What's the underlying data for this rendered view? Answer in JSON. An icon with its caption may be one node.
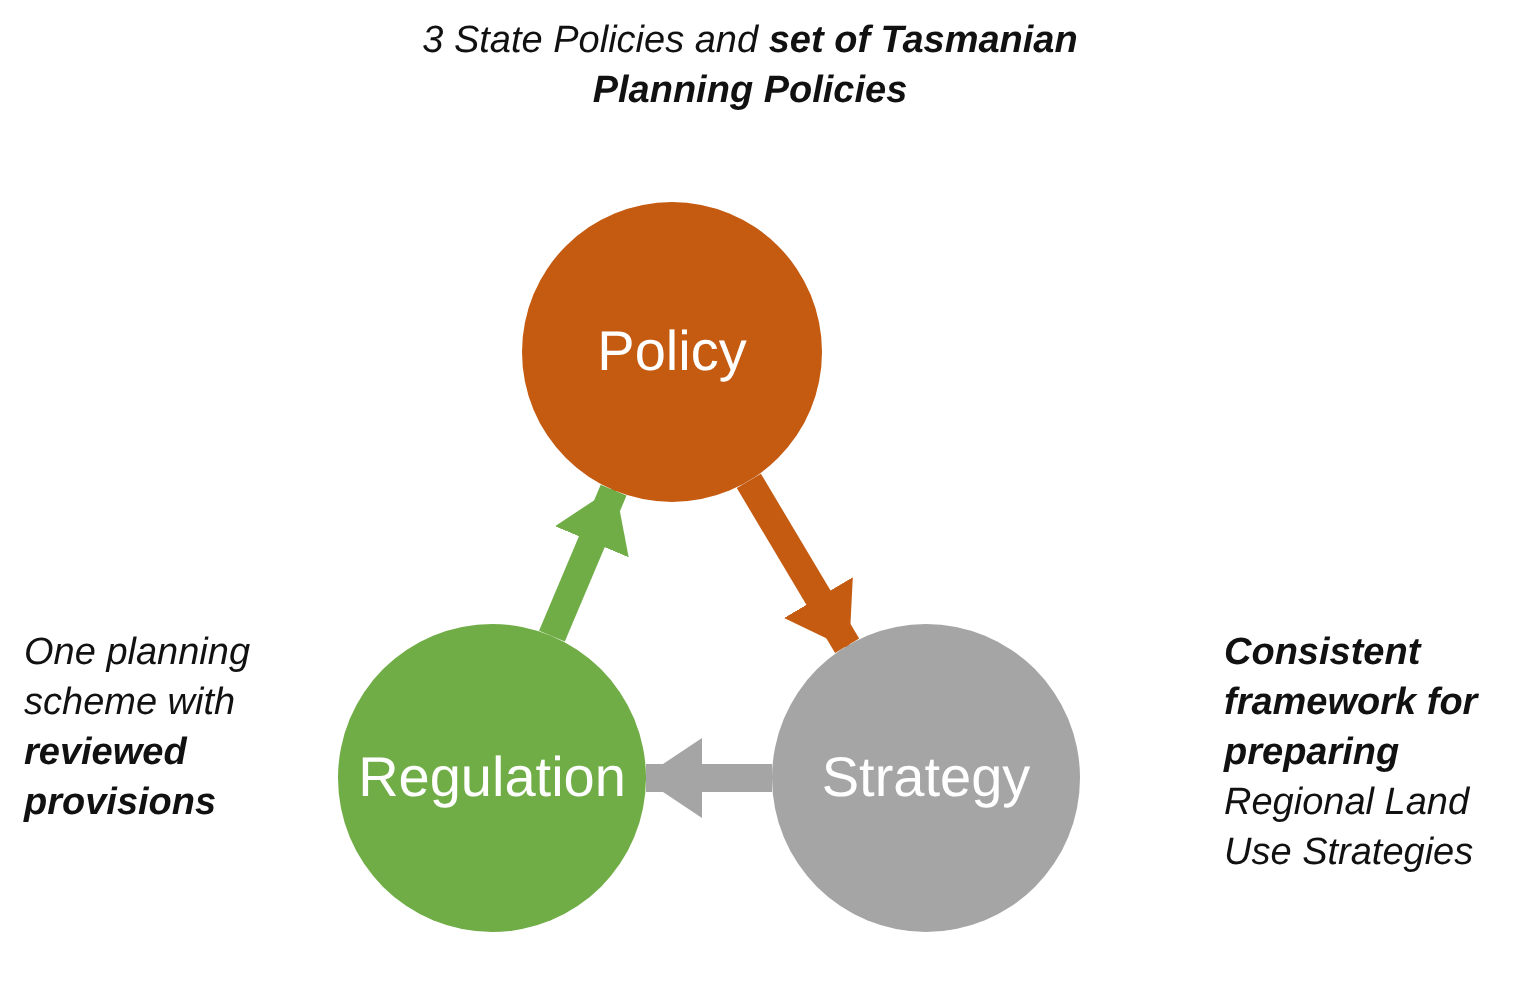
{
  "diagram": {
    "nodes": [
      {
        "text": [
          "Policy"
        ],
        "beside": [
          "3 State Policies and **set of Tasmanian Planning Policies**"
        ]
      },
      {
        "text": [
          "Strategy"
        ],
        "beside": [
          "**Consistent framework for preparing** Regional Land Use Strategies"
        ]
      },
      {
        "text": [
          "Regulation"
        ],
        "beside": [
          "One planning scheme with **reviewed provisions**"
        ]
      }
    ],
    "edges": [
      {
        "from": 0,
        "to": 1,
        "arrow": "to",
        "color": "#c55a11"
      },
      {
        "from": 1,
        "to": 2,
        "arrow": "to",
        "color": "#a5a5a5"
      },
      {
        "from": 2,
        "to": 0,
        "arrow": "to",
        "color": "#70ad47"
      }
    ]
  }
}
